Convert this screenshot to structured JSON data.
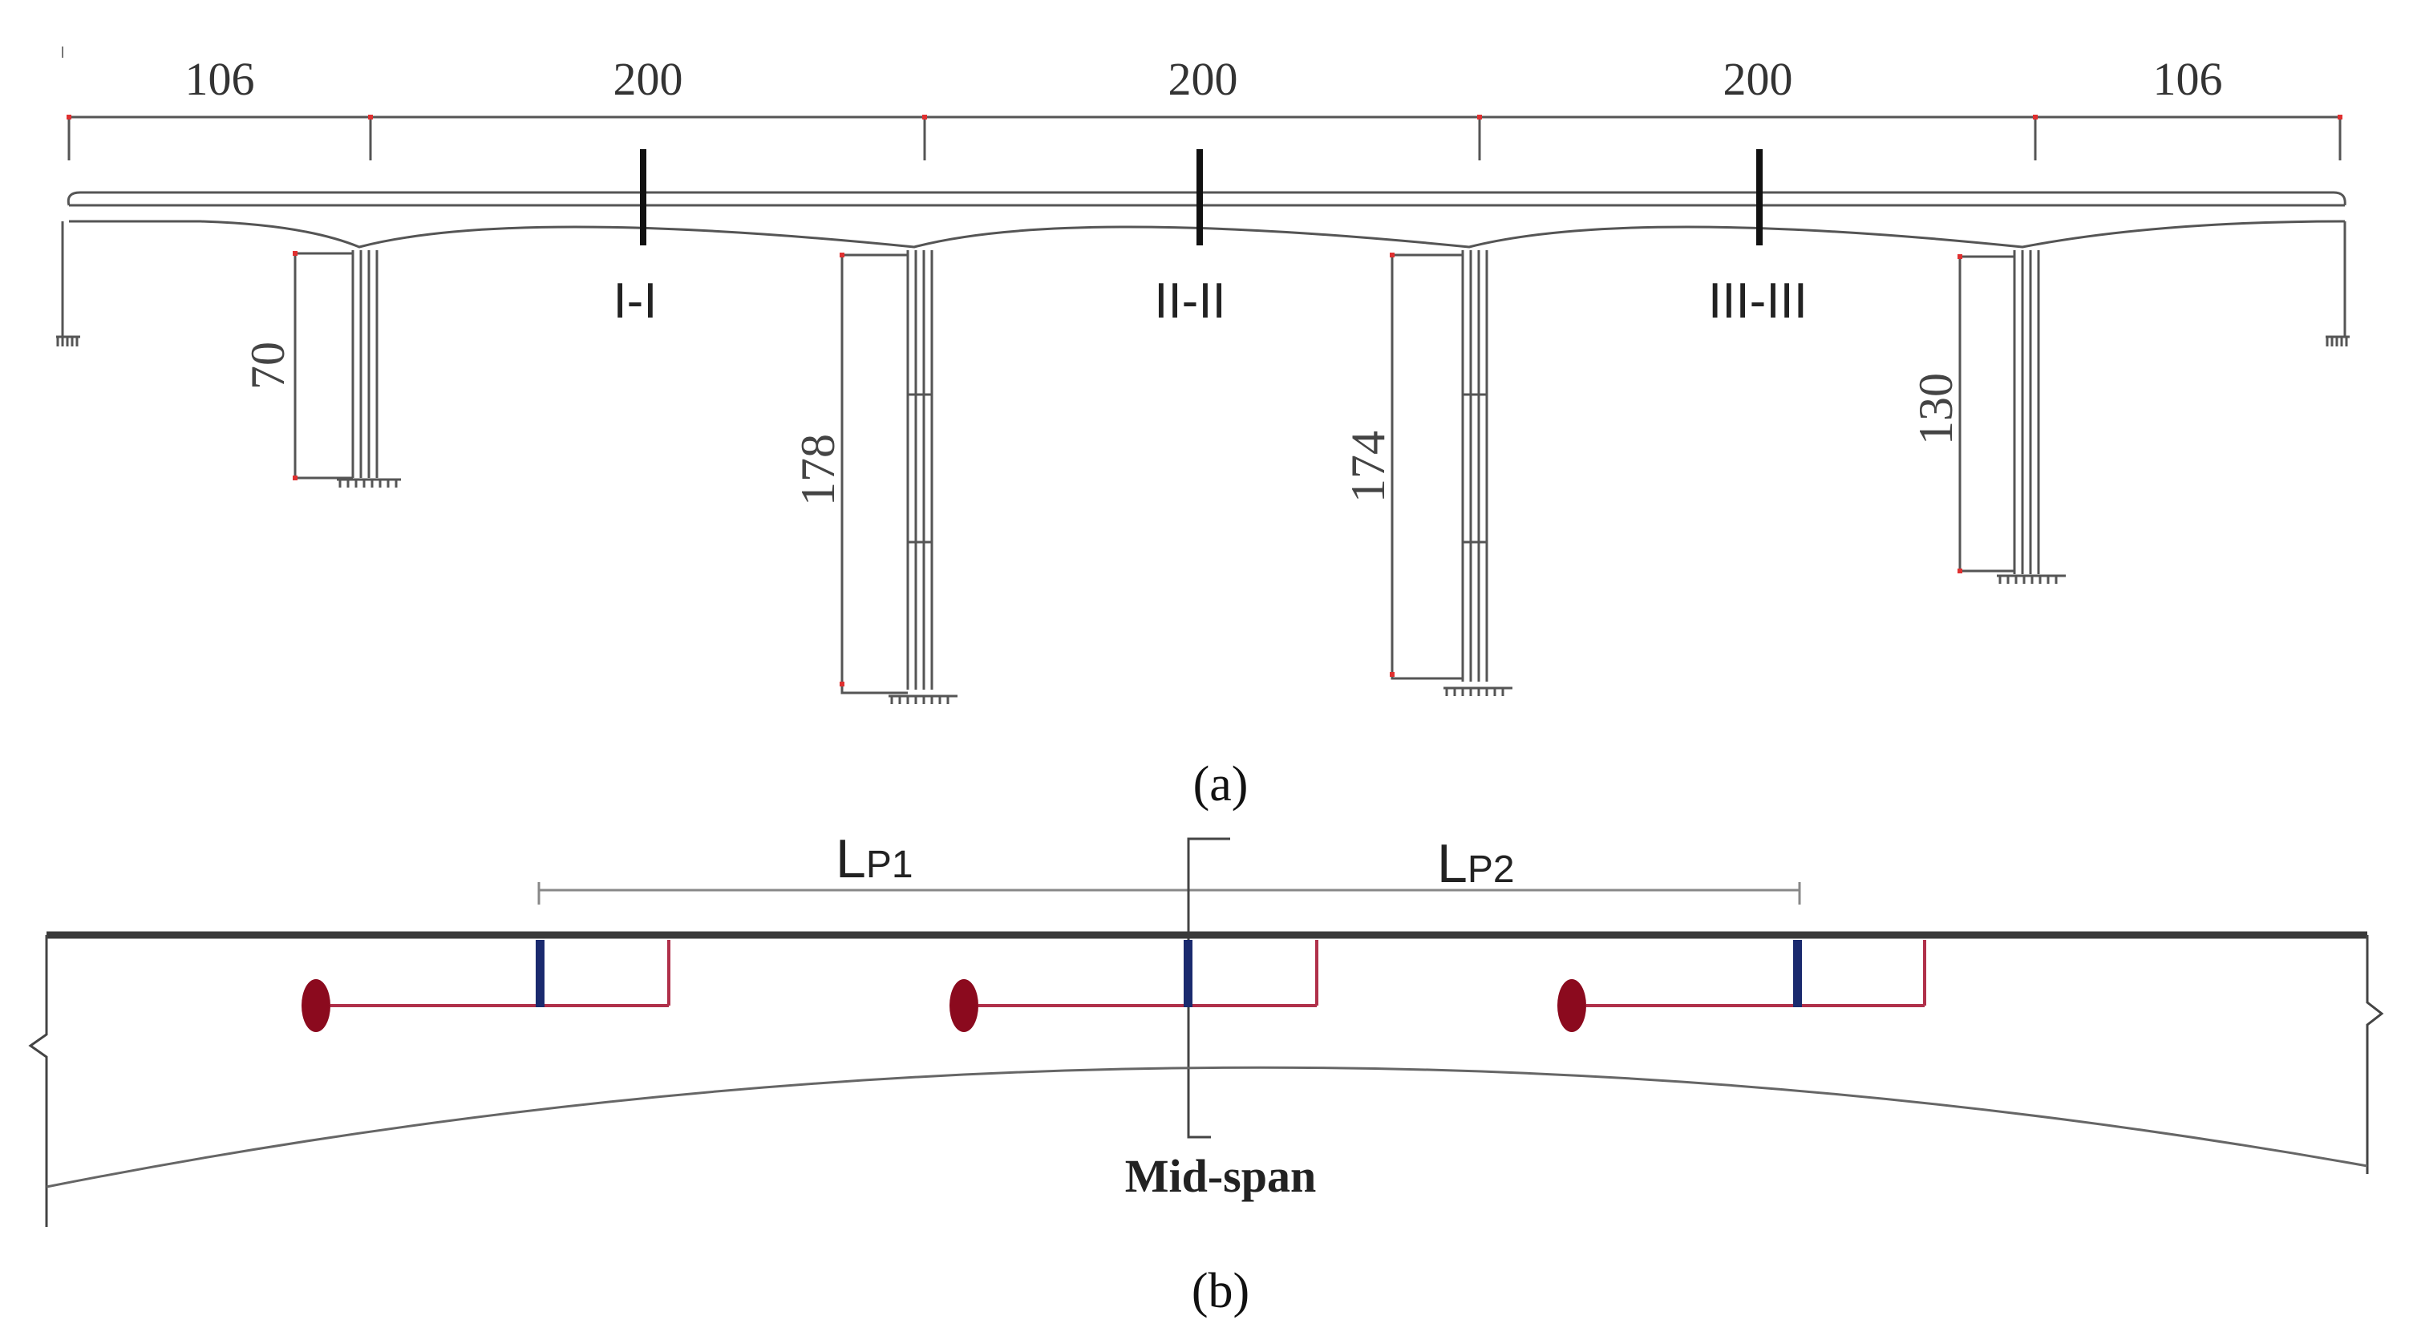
{
  "panel_a": {
    "caption": "(a)",
    "span_lengths": [
      "106",
      "200",
      "200",
      "200",
      "106"
    ],
    "section_labels": [
      "I-I",
      "II-II",
      "III-III"
    ],
    "pier_heights": [
      "70",
      "178",
      "174",
      "130"
    ]
  },
  "panel_b": {
    "caption": "(b)",
    "lp1_main": "L",
    "lp1_sub": "P1",
    "lp2_main": "L",
    "lp2_sub": "P2",
    "midspan_label": "Mid-span"
  },
  "colors": {
    "line": "#4a4a4a",
    "deck": "#3a3a3a",
    "dim_tick_red": "#e03030",
    "strand_red": "#b0304a",
    "anchor_dark_red": "#8b0a1e",
    "anchor_plate_navy": "#1a2a6e"
  }
}
